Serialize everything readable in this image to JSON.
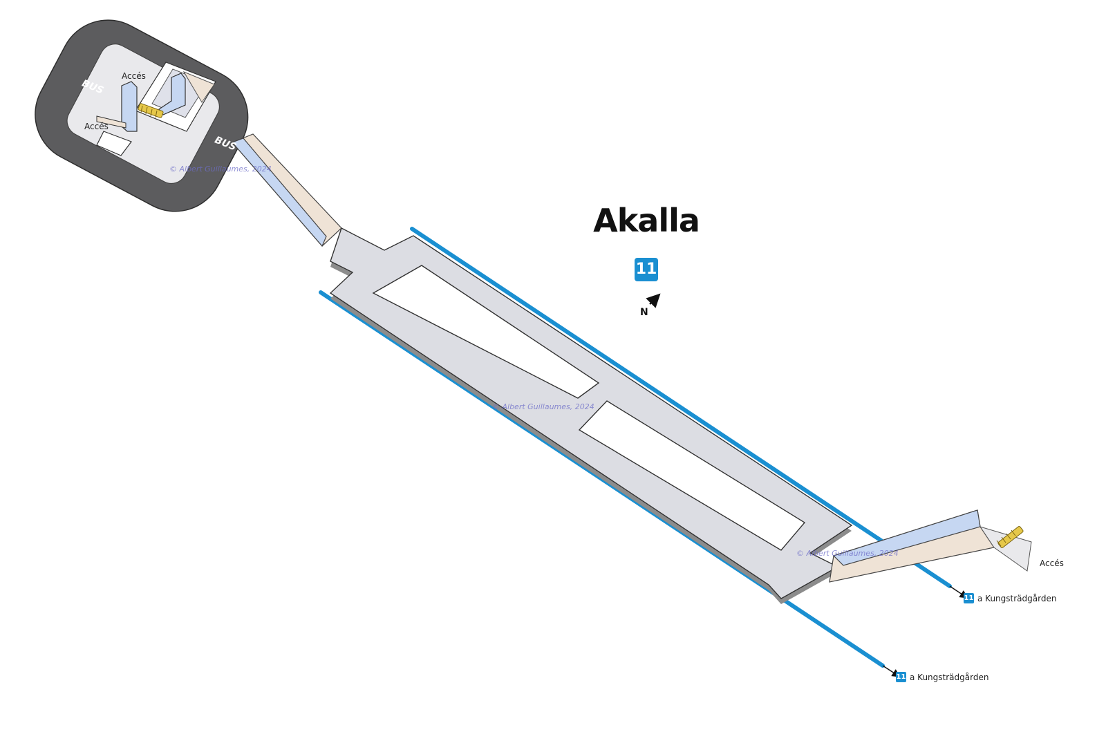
{
  "station": {
    "name": "Akalla",
    "line": "11"
  },
  "compass": {
    "label": "N"
  },
  "destinations": [
    {
      "line": "11",
      "text": "a Kungsträdgården"
    },
    {
      "line": "11",
      "text": "a Kungsträdgården"
    }
  ],
  "access_labels": [
    "Accés",
    "Accés",
    "Accés"
  ],
  "bus_labels": [
    "BUS",
    "BUS"
  ],
  "watermarks": [
    "© Albert Guillaumes, 2024",
    "© Albert Guillaumes, 2024",
    "© Albert Guillaumes, 2024"
  ],
  "colors": {
    "track": "#1a8fd1",
    "platform": "#dcdde3",
    "platform_edge": "#8c8c8c",
    "bus_ring": "#5c5c5e",
    "corridor_blue": "#c6d7f2",
    "corridor_beige": "#efe3d6",
    "stairs": "#e6c84a"
  }
}
